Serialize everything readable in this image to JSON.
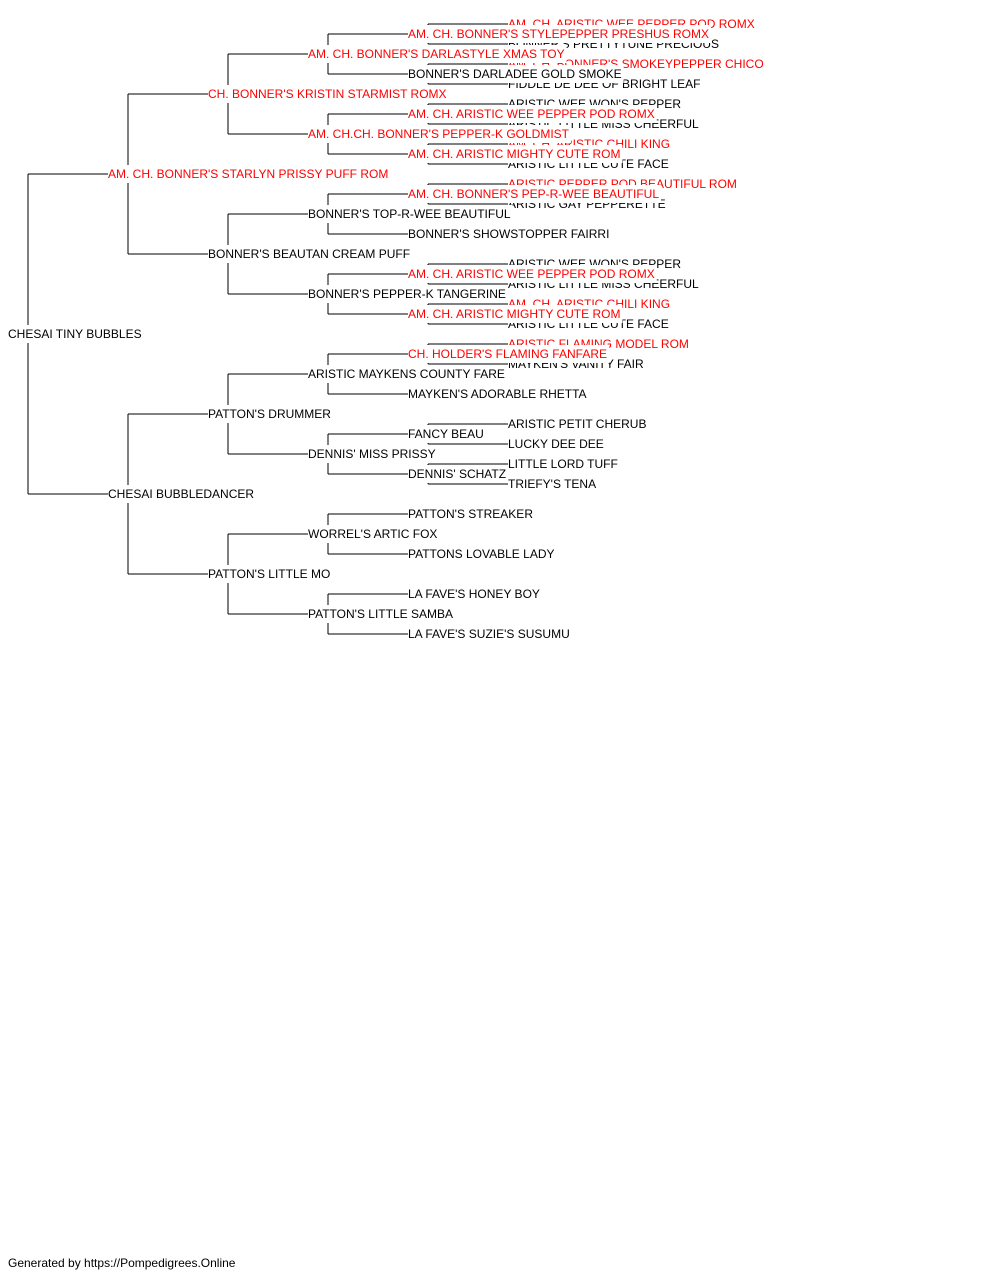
{
  "colors": {
    "champion": "#ff0000",
    "normal": "#000000",
    "line": "#000000"
  },
  "pedigree": {
    "name": "CHESAI TINY BUBBLES",
    "champion": false,
    "sire": {
      "name": "AM. CH. BONNER'S STARLYN PRISSY PUFF ROM",
      "champion": true,
      "sire": {
        "name": "CH. BONNER'S KRISTIN STARMIST ROMX",
        "champion": true,
        "sire": {
          "name": "AM. CH. BONNER'S DARLASTYLE XMAS TOY",
          "champion": true,
          "sire": {
            "name": "AM. CH. BONNER'S STYLEPEPPER PRESHUS ROMX",
            "champion": true,
            "sire": {
              "name": "AM. CH. ARISTIC WEE PEPPER POD ROMX",
              "champion": true
            },
            "dam": {
              "name": "BONNER'S PRETTYTUNE PRECIOUS",
              "champion": false
            }
          },
          "dam": {
            "name": "BONNER'S DARLADEE GOLD SMOKE",
            "champion": false,
            "sire": {
              "name": "AM. CH. BONNER'S SMOKEYPEPPER CHICO",
              "champion": true
            },
            "dam": {
              "name": "FIDDLE DE DEE OF BRIGHT LEAF",
              "champion": false
            }
          }
        },
        "dam": {
          "name": "AM. CH.CH. BONNER'S PEPPER-K GOLDMIST",
          "champion": true,
          "sire": {
            "name": "AM. CH. ARISTIC WEE PEPPER POD ROMX",
            "champion": true,
            "sire": {
              "name": "ARISTIC WEE WON'S PEPPER",
              "champion": false
            },
            "dam": {
              "name": "ARISTIC LITTLE MISS CHEERFUL",
              "champion": false
            }
          },
          "dam": {
            "name": "AM. CH. ARISTIC MIGHTY CUTE ROM",
            "champion": true,
            "sire": {
              "name": "AM. CH. ARISTIC CHILI KING",
              "champion": true
            },
            "dam": {
              "name": "ARISTIC LITTLE CUTE FACE",
              "champion": false
            }
          }
        }
      },
      "dam": {
        "name": "BONNER'S BEAUTAN CREAM PUFF",
        "champion": false,
        "sire": {
          "name": "BONNER'S TOP-R-WEE BEAUTIFUL",
          "champion": false,
          "sire": {
            "name": "AM. CH. BONNER'S PEP-R-WEE BEAUTIFUL",
            "champion": true,
            "sire": {
              "name": "ARISTIC PEPPER POD BEAUTIFUL ROM",
              "champion": true
            },
            "dam": {
              "name": "ARISTIC GAY PEPPERETTE",
              "champion": false
            }
          },
          "dam": {
            "name": "BONNER'S SHOWSTOPPER FAIRRI",
            "champion": false
          }
        },
        "dam": {
          "name": "BONNER'S PEPPER-K TANGERINE",
          "champion": false,
          "sire": {
            "name": "AM. CH. ARISTIC WEE PEPPER POD ROMX",
            "champion": true,
            "sire": {
              "name": "ARISTIC WEE WON'S PEPPER",
              "champion": false
            },
            "dam": {
              "name": "ARISTIC LITTLE MISS CHEERFUL",
              "champion": false
            }
          },
          "dam": {
            "name": "AM. CH. ARISTIC MIGHTY CUTE ROM",
            "champion": true,
            "sire": {
              "name": "AM. CH. ARISTIC CHILI KING",
              "champion": true
            },
            "dam": {
              "name": "ARISTIC LITTLE CUTE FACE",
              "champion": false
            }
          }
        }
      }
    },
    "dam": {
      "name": "CHESAI BUBBLEDANCER",
      "champion": false,
      "sire": {
        "name": "PATTON'S DRUMMER",
        "champion": false,
        "sire": {
          "name": "ARISTIC MAYKENS COUNTY FARE",
          "champion": false,
          "sire": {
            "name": "CH. HOLDER'S FLAMING FANFARE",
            "champion": true,
            "sire": {
              "name": "ARISTIC FLAMING MODEL ROM",
              "champion": true
            },
            "dam": {
              "name": "MAYKEN'S VANITY FAIR",
              "champion": false
            }
          },
          "dam": {
            "name": "MAYKEN'S ADORABLE RHETTA",
            "champion": false
          }
        },
        "dam": {
          "name": "DENNIS' MISS PRISSY",
          "champion": false,
          "sire": {
            "name": "FANCY BEAU",
            "champion": false,
            "sire": {
              "name": "ARISTIC PETIT CHERUB",
              "champion": false
            },
            "dam": {
              "name": "LUCKY DEE DEE",
              "champion": false
            }
          },
          "dam": {
            "name": "DENNIS' SCHATZ",
            "champion": false,
            "sire": {
              "name": "LITTLE LORD TUFF",
              "champion": false
            },
            "dam": {
              "name": "TRIEFY'S TENA",
              "champion": false
            }
          }
        }
      },
      "dam": {
        "name": "PATTON'S LITTLE MO",
        "champion": false,
        "sire": {
          "name": "WORREL'S ARTIC FOX",
          "champion": false,
          "sire": {
            "name": "PATTON'S STREAKER",
            "champion": false
          },
          "dam": {
            "name": "PATTONS LOVABLE LADY",
            "champion": false
          }
        },
        "dam": {
          "name": "PATTON'S LITTLE SAMBA",
          "champion": false,
          "sire": {
            "name": "LA FAVE'S HONEY BOY",
            "champion": false
          },
          "dam": {
            "name": "LA FAVE'S SUZIE'S SUSUMU",
            "champion": false
          }
        }
      }
    }
  },
  "footer": "Generated by https://Pompedigrees.Online"
}
